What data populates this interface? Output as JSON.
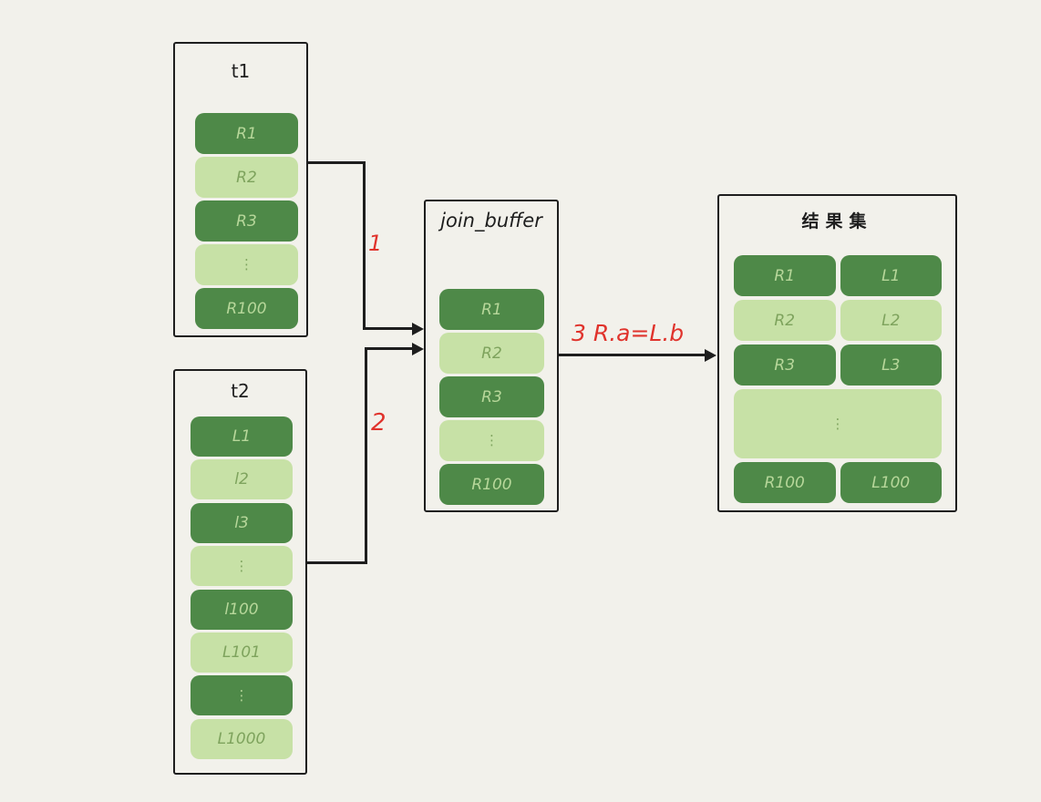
{
  "page": {
    "background_color": "#f2f1eb",
    "line_color": "#1e1e1e"
  },
  "colors": {
    "dark_green": "#4e8948",
    "light_green": "#c7e1a6",
    "text_on_dark": "#b7d79a",
    "text_on_light": "#7ea35d",
    "red": "#e0332c"
  },
  "boxes": {
    "t1": {
      "title": "t1",
      "rows": [
        {
          "cells": [
            "R1"
          ],
          "tone": "dark"
        },
        {
          "cells": [
            "R2"
          ],
          "tone": "light"
        },
        {
          "cells": [
            "R3"
          ],
          "tone": "dark"
        },
        {
          "cells": [
            "⋮"
          ],
          "tone": "light",
          "dots": true
        },
        {
          "cells": [
            "R100"
          ],
          "tone": "dark"
        }
      ]
    },
    "t2": {
      "title": "t2",
      "rows": [
        {
          "cells": [
            "L1"
          ],
          "tone": "dark"
        },
        {
          "cells": [
            "l2"
          ],
          "tone": "light"
        },
        {
          "cells": [
            "l3"
          ],
          "tone": "dark"
        },
        {
          "cells": [
            "⋮"
          ],
          "tone": "light",
          "dots": true
        },
        {
          "cells": [
            "l100"
          ],
          "tone": "dark"
        },
        {
          "cells": [
            "L101"
          ],
          "tone": "light"
        },
        {
          "cells": [
            "⋮"
          ],
          "tone": "dark",
          "dots": true
        },
        {
          "cells": [
            "L1000"
          ],
          "tone": "light"
        }
      ]
    },
    "join_buffer": {
      "title": "join_buffer",
      "rows": [
        {
          "cells": [
            "R1"
          ],
          "tone": "dark"
        },
        {
          "cells": [
            "R2"
          ],
          "tone": "light"
        },
        {
          "cells": [
            "R3"
          ],
          "tone": "dark"
        },
        {
          "cells": [
            "⋮"
          ],
          "tone": "light",
          "dots": true
        },
        {
          "cells": [
            "R100"
          ],
          "tone": "dark"
        }
      ]
    },
    "result": {
      "title": "结果集",
      "rows": [
        {
          "cells": [
            "R1",
            "L1"
          ],
          "tone": "dark"
        },
        {
          "cells": [
            "R2",
            "L2"
          ],
          "tone": "light"
        },
        {
          "cells": [
            "R3",
            "L3"
          ],
          "tone": "dark"
        },
        {
          "cells": [
            "⋮"
          ],
          "tone": "light",
          "dots": true,
          "tall": true
        },
        {
          "cells": [
            "R100",
            "L100"
          ],
          "tone": "dark"
        }
      ]
    }
  },
  "arrows": {
    "step1": {
      "label": "1"
    },
    "step2": {
      "label": "2"
    },
    "step3": {
      "label": "3  R.a=L.b"
    }
  }
}
